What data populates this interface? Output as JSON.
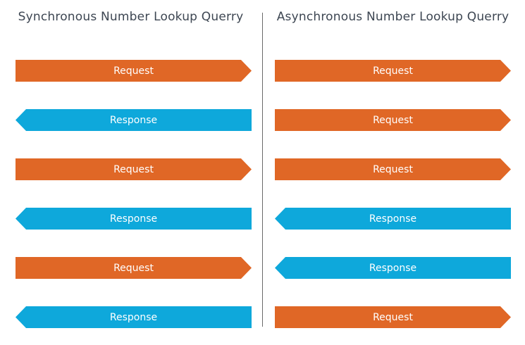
{
  "colors": {
    "request": "#e06726",
    "response": "#0ea8db",
    "title": "#3d4652",
    "divider": "#6a6a6a"
  },
  "columns": [
    {
      "title": "Synchronous Number Lookup Querry",
      "arrows": [
        {
          "kind": "request",
          "label": "Request"
        },
        {
          "kind": "response",
          "label": "Response"
        },
        {
          "kind": "request",
          "label": "Request"
        },
        {
          "kind": "response",
          "label": "Response"
        },
        {
          "kind": "request",
          "label": "Request"
        },
        {
          "kind": "response",
          "label": "Response"
        }
      ]
    },
    {
      "title": "Asynchronous Number Lookup Querry",
      "arrows": [
        {
          "kind": "request",
          "label": "Request"
        },
        {
          "kind": "request",
          "label": "Request"
        },
        {
          "kind": "request",
          "label": "Request"
        },
        {
          "kind": "response",
          "label": "Response"
        },
        {
          "kind": "response",
          "label": "Response"
        },
        {
          "kind": "request",
          "label": "Request"
        }
      ]
    }
  ]
}
